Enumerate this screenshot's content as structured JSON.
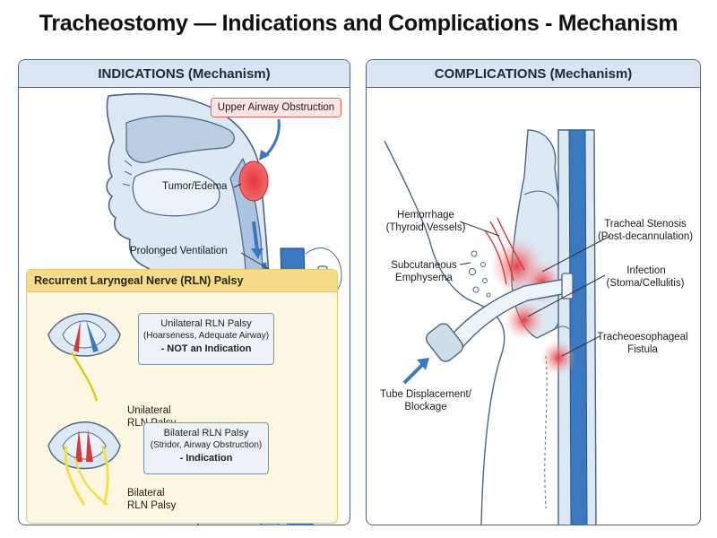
{
  "title": "Tracheostomy — Indications and Complications - Mechanism",
  "indications": {
    "header": "INDICATIONS (Mechanism)",
    "upper_airway": "Upper Airway Obstruction",
    "tumor": "Tumor/Edema",
    "prolonged": "Prolonged Ventilation",
    "rln": {
      "header": "Recurrent Laryngeal Nerve (RLN) Palsy",
      "unilateral": {
        "title": "Unilateral RLN Palsy",
        "detail": "(Hoarseness, Adequate Airway)",
        "verdict": "- NOT an Indication",
        "caption_line1": "Unilateral",
        "caption_line2": "RLN Palsy"
      },
      "bilateral": {
        "title": "Bilateral RLN Palsy",
        "detail": "(Stridor, Airway Obstruction)",
        "verdict": "- Indication",
        "caption_line1": "Bilateral",
        "caption_line2": "RLN Palsy"
      }
    }
  },
  "complications": {
    "header": "COMPLICATIONS (Mechanism)",
    "hemorrhage_line1": "Hemorrhage",
    "hemorrhage_line2": "(Thyroid Vessels)",
    "emphysema_line1": "Subcutaneous",
    "emphysema_line2": "Emphysema",
    "stenosis_line1": "Tracheal Stenosis",
    "stenosis_line2": "(Post-decannulation)",
    "infection_line1": "Infection",
    "infection_line2": "(Stoma/Cellulitis)",
    "fistula_line1": "Tracheoesophageal",
    "fistula_line2": "Fistula",
    "displacement_line1": "Tube Displacement/",
    "displacement_line2": "Blockage"
  },
  "colors": {
    "airway_blue": "#3a78c0",
    "tissue_light_blue": "#dce8f4",
    "outline": "#4a6584",
    "lesion_red": "#e8353a",
    "nerve_yellow": "#f0e04a"
  }
}
